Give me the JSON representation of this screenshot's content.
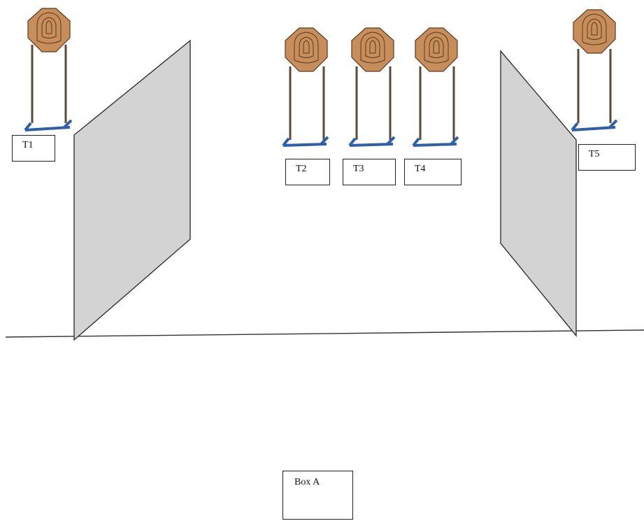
{
  "colors": {
    "target_outer": "#C78E5B",
    "target_stroke": "#5A3A1E",
    "stand_base": "#2E5FA8",
    "pole": "#5B4A3C",
    "wall_fill": "#D3D3D3",
    "wall_stroke": "#333333",
    "ground_line": "#333333"
  },
  "targets": [
    {
      "id": "T1",
      "label": "T1"
    },
    {
      "id": "T2",
      "label": "T2"
    },
    {
      "id": "T3",
      "label": "T3"
    },
    {
      "id": "T4",
      "label": "T4"
    },
    {
      "id": "T5",
      "label": "T5"
    }
  ],
  "start_box": {
    "label": "Box A"
  }
}
